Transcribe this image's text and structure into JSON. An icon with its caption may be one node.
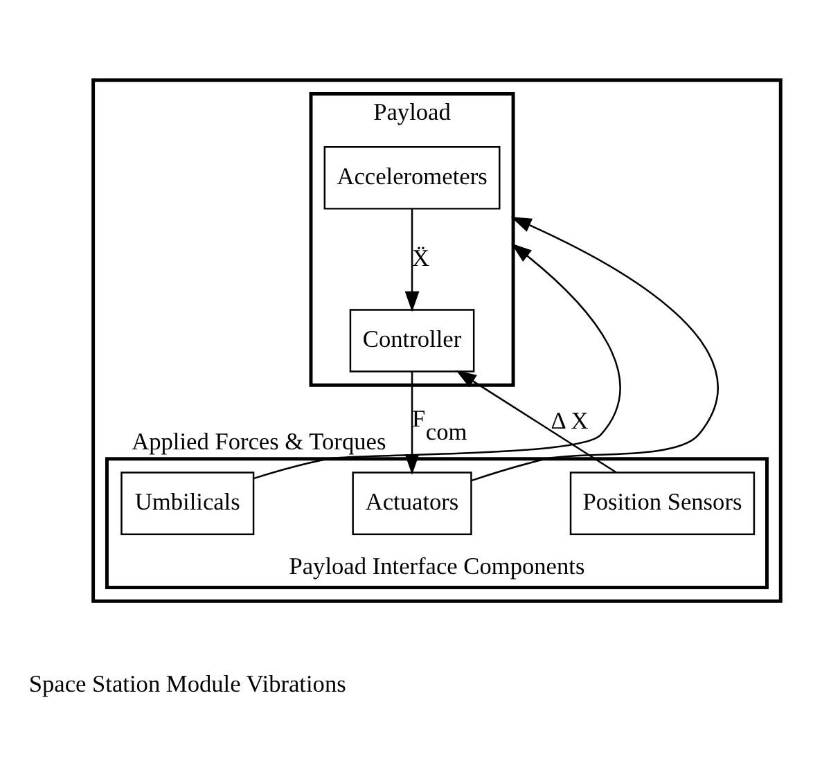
{
  "diagram": {
    "nodes": [
      {
        "text": [],
        "shape": "box"
      },
      {
        "text": [
          "Payload"
        ],
        "in": 0
      },
      {
        "text": [
          "Accelerometers"
        ],
        "in": 1
      },
      {
        "text": [
          "Controller"
        ],
        "in": 1
      },
      {
        "text": [
          "Payload Interface Components"
        ],
        "in": 0
      },
      {
        "text": [
          "Umbilicals"
        ],
        "in": 4
      },
      {
        "text": [
          "Actuators"
        ],
        "in": 4
      },
      {
        "text": [
          "Position Sensors"
        ],
        "in": 4
      }
    ],
    "edges": [
      {
        "from": 2,
        "to": 3,
        "arrow": "to",
        "label": "Ẍ"
      },
      {
        "from": 3,
        "to": 6,
        "arrow": "to",
        "label": "F$_{com}$"
      },
      {
        "from": 7,
        "to": 3,
        "arrow": "to",
        "label": "Δ X"
      },
      {
        "from": 5,
        "to": 1,
        "arrow": "to",
        "label": "Applied Forces & Torques"
      },
      {
        "from": 6,
        "to": 1,
        "arrow": "to"
      }
    ],
    "labels": [
      "Space Station Module Vibrations"
    ]
  }
}
